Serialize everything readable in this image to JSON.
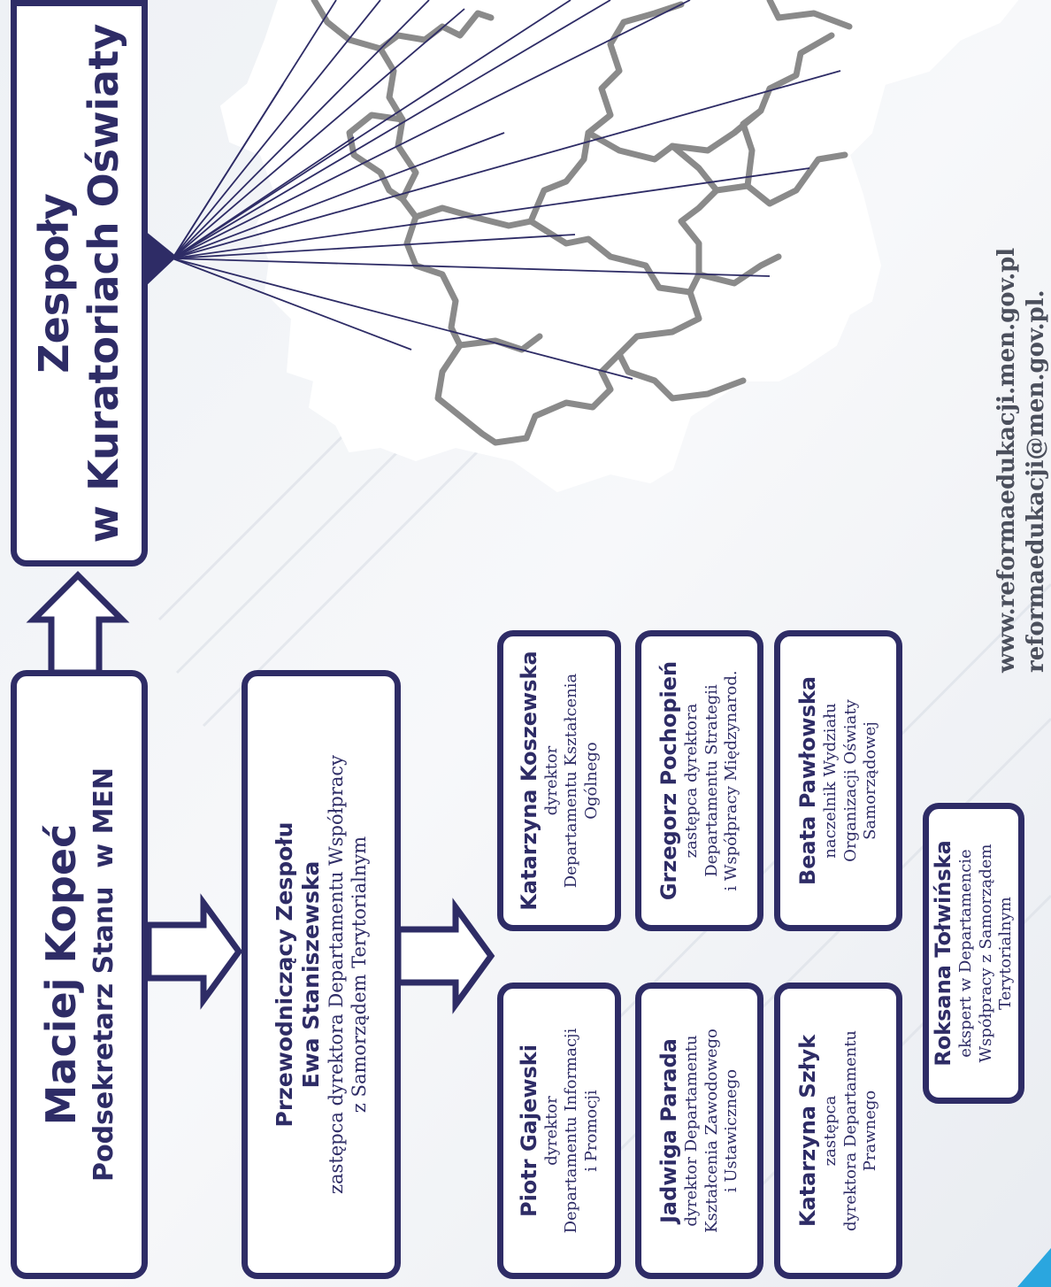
{
  "colors": {
    "navy": "#2e2c66",
    "map_fill": "#ffffff",
    "map_border": "#8a8a8a",
    "background": "#f1f3f7",
    "accent": "#2aa6df"
  },
  "top": {
    "name": "Maciej Kopeć",
    "title": "Podsekretarz Stanu  w MEN"
  },
  "kuratoria": {
    "line1": "Zespoły",
    "line2": "w Kuratoriach Oświaty"
  },
  "chair": {
    "heading": "Przewodniczący Zespołu",
    "name": "Ewa Staniszewska",
    "role": "zastępca dyrektora Departamentu Współpracy\nz Samorządem Terytorialnym"
  },
  "members": [
    {
      "name": "Piotr Gajewski",
      "role": "dyrektor\nDepartamentu Informacji\ni Promocji"
    },
    {
      "name": "Katarzyna Koszewska",
      "role": "dyrektor\nDepartamentu Kształcenia\nOgólnego"
    },
    {
      "name": "Jadwiga Parada",
      "role": "dyrektor Departamentu\nKształcenia Zawodowego\ni Ustawicznego"
    },
    {
      "name": "Grzegorz Pochopień",
      "role": "zastępca dyrektora\nDepartamentu Strategii\ni Współpracy Międzynarod."
    },
    {
      "name": "Katarzyna Szłyk",
      "role": "zastępca\ndyrektora Departamentu\nPrawnego"
    },
    {
      "name": "Beata Pawłowska",
      "role": "naczelnik Wydziału\nOrganizacji Oświaty\nSamorządowej"
    },
    {
      "name": "Roksana Tołwińska",
      "role": "ekspert w Departamencie\nWspółpracy z Samorządem\nTerytorialnym"
    }
  ],
  "contact": {
    "website": "www.reformaedukacji.men.gov.pl",
    "email": "reformaedukacji@men.gov.pl."
  }
}
